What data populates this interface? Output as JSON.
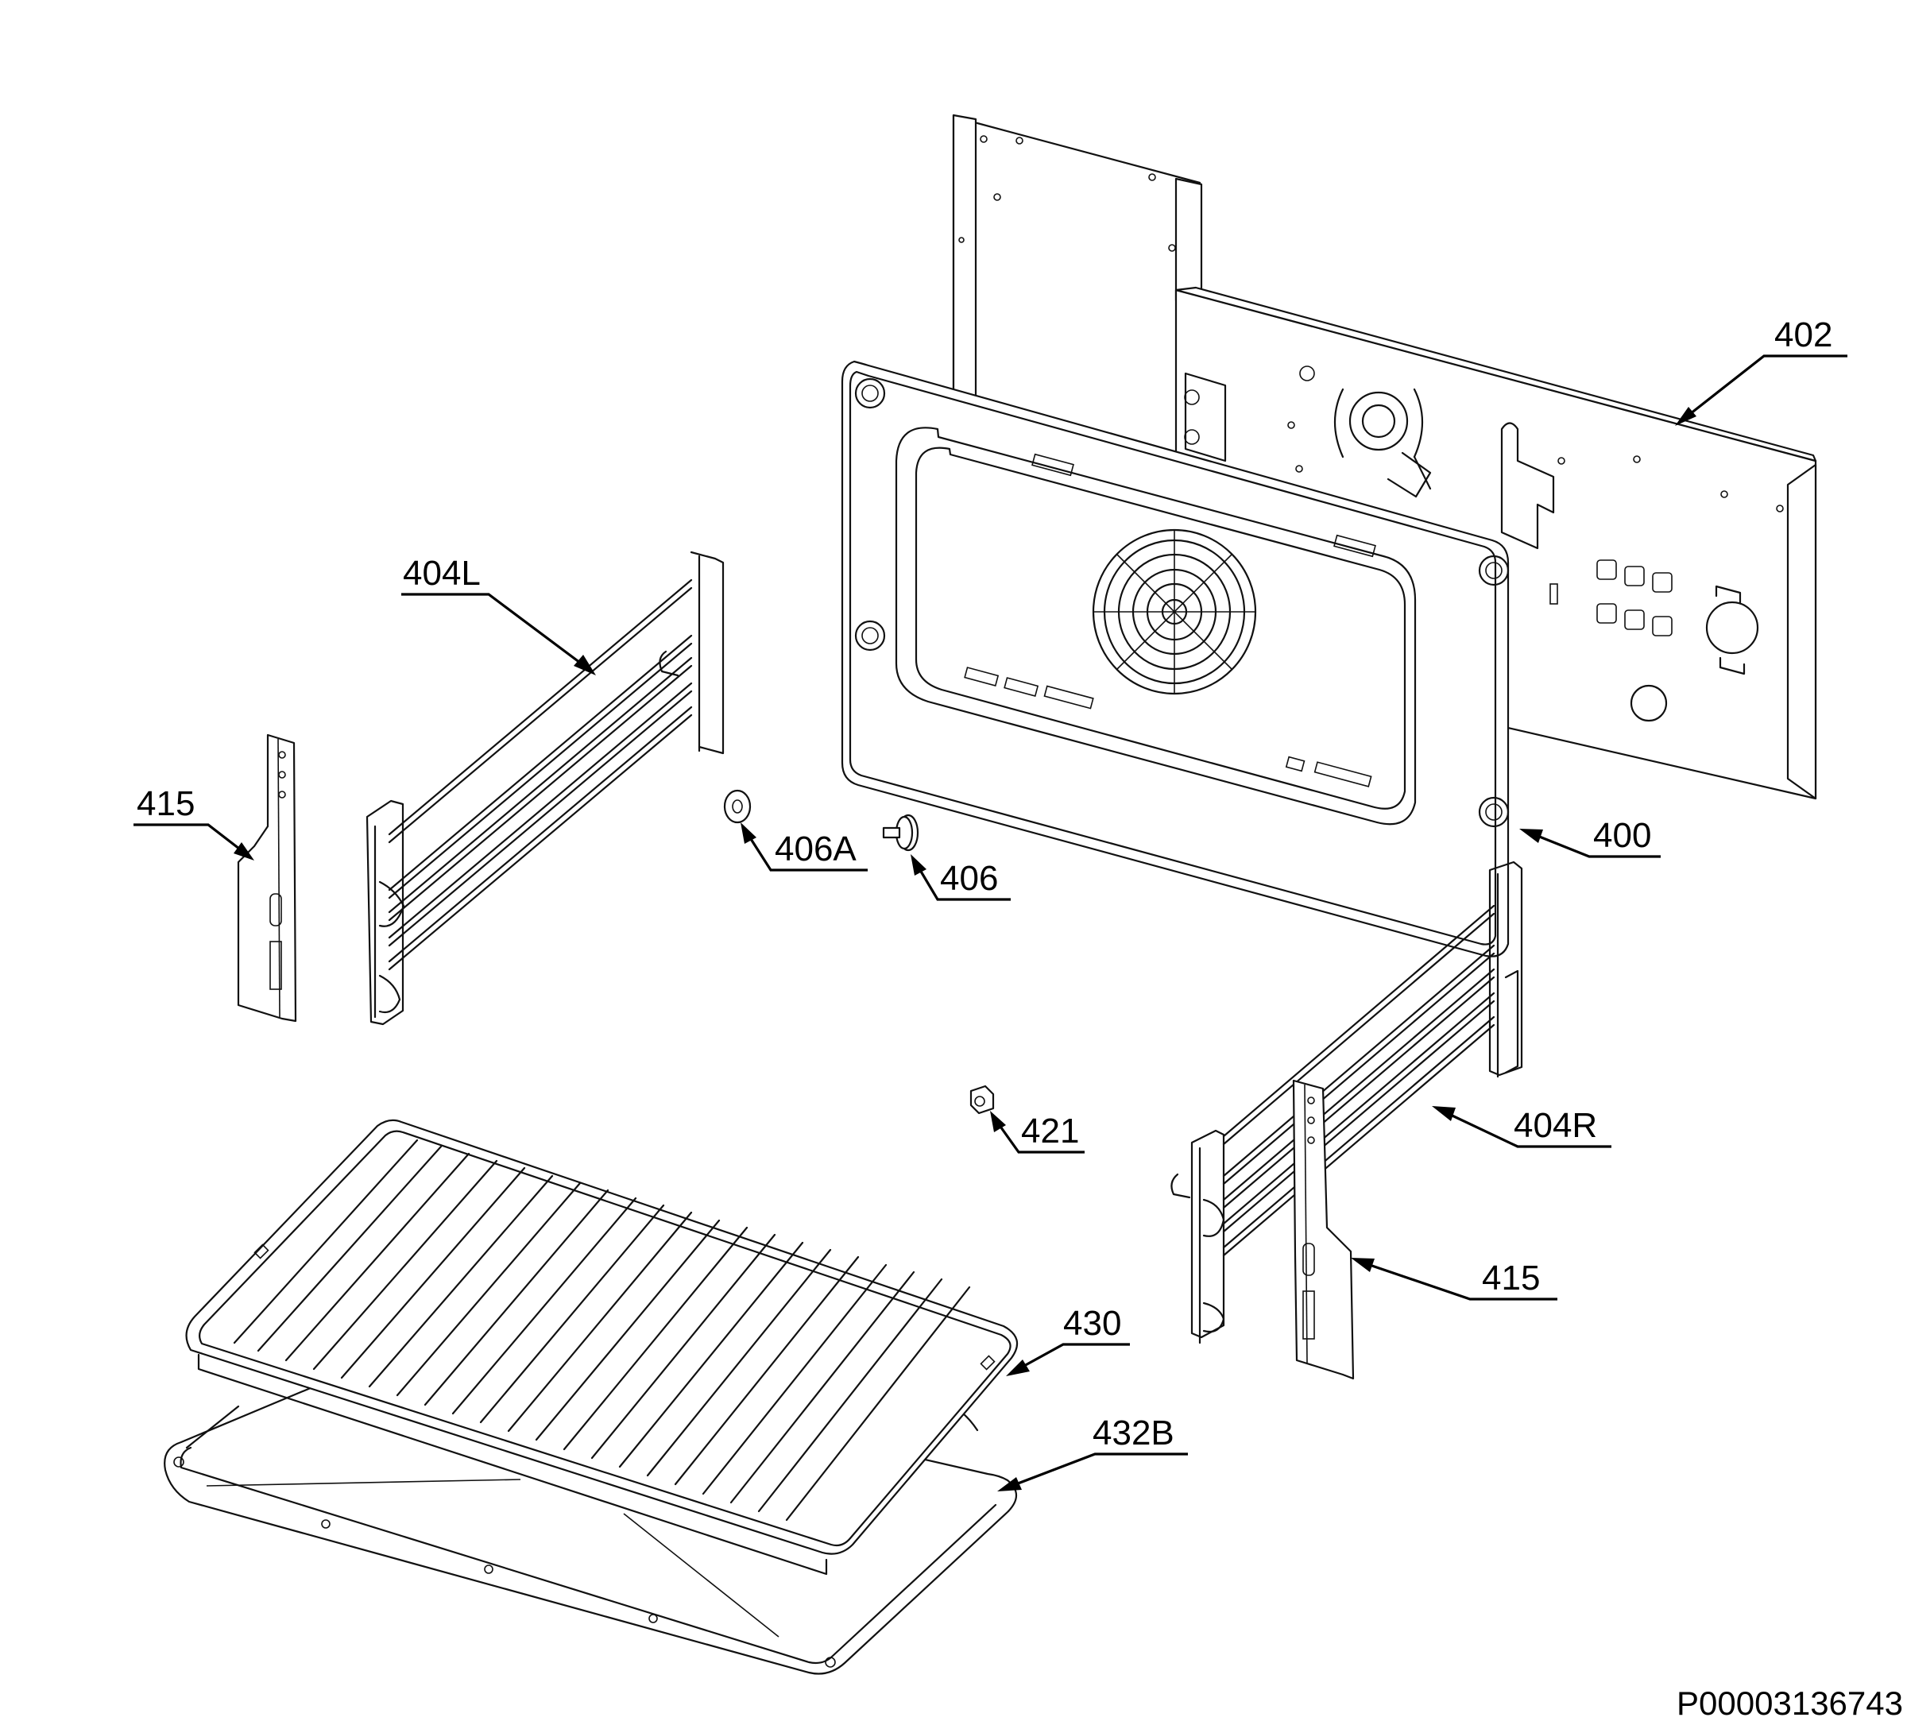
{
  "labels": {
    "part_402": "402",
    "part_404L": "404L",
    "part_415_left": "415",
    "part_406A": "406A",
    "part_406": "406",
    "part_400": "400",
    "part_421": "421",
    "part_404R": "404R",
    "part_415_right": "415",
    "part_430": "430",
    "part_432B": "432B"
  },
  "document_id": "P00003136743"
}
